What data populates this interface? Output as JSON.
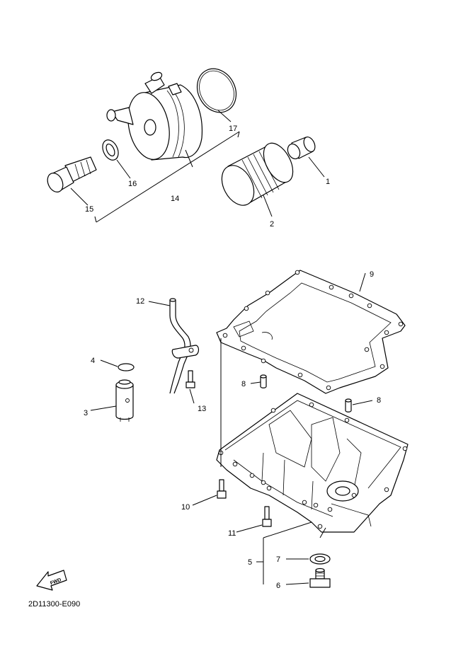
{
  "diagram_code": "2D11300-E090",
  "fwd_label": "FWD",
  "callouts": {
    "c1": "1",
    "c2": "2",
    "c3": "3",
    "c4": "4",
    "c5": "5",
    "c6": "6",
    "c7": "7",
    "c8a": "8",
    "c8b": "8",
    "c9": "9",
    "c10": "10",
    "c11": "11",
    "c12": "12",
    "c13": "13",
    "c14": "14",
    "c15": "15",
    "c16": "16",
    "c17": "17"
  }
}
